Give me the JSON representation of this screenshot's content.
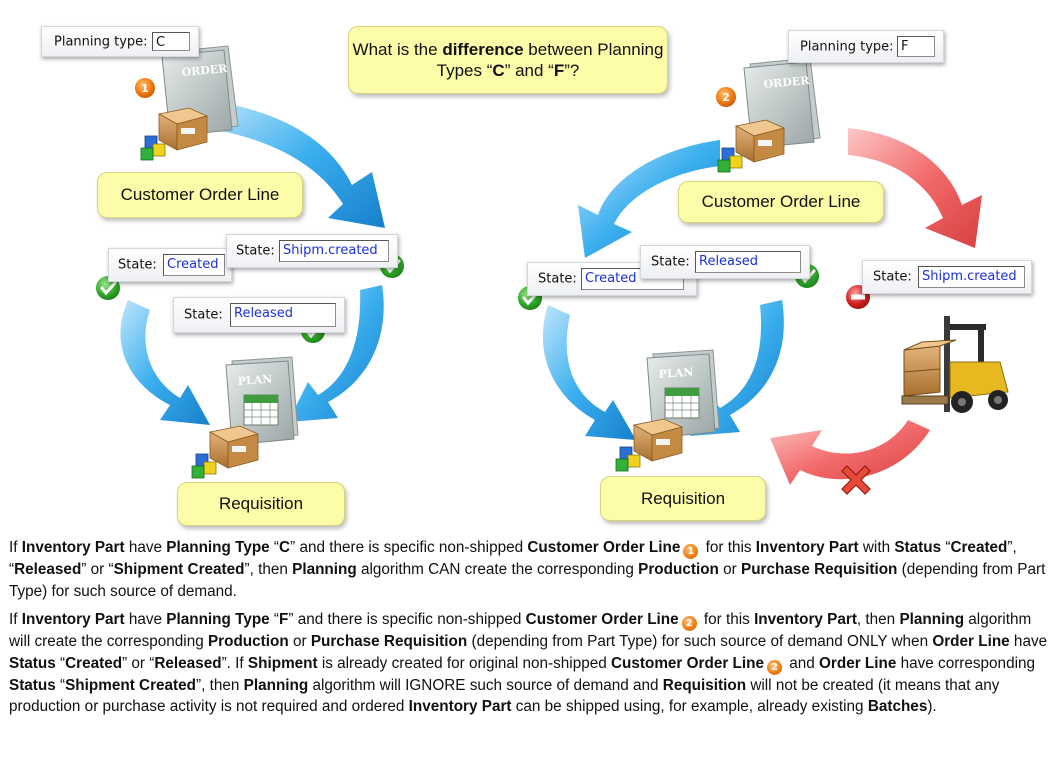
{
  "question": {
    "pre": "What is the ",
    "bold": "difference",
    "mid": " between Planning Types “",
    "c": "C",
    "and": "” and “",
    "f": "F",
    "end": "”?"
  },
  "left": {
    "planning_label": "Planning type:",
    "planning_value": "C",
    "badge": "1",
    "order_doc": "ORDER",
    "col_label": "Customer Order Line",
    "state_label": "State:",
    "state_created": "Created",
    "state_shipm": "Shipm.created",
    "state_released": "Released",
    "plan_doc": "PLAN",
    "req_label": "Requisition"
  },
  "right": {
    "planning_label": "Planning type:",
    "planning_value": "F",
    "badge": "2",
    "order_doc": "ORDER",
    "col_label": "Customer Order Line",
    "state_label": "State:",
    "state_created": "Created",
    "state_released": "Released",
    "state_shipm": "Shipm.created",
    "plan_doc": "PLAN",
    "req_label": "Requisition"
  },
  "para1": {
    "s1": "If ",
    "b1": "Inventory Part",
    "s2": " have ",
    "b2": "Planning Type",
    "s3": " “",
    "b3": "C",
    "s4": "” and there is specific non-shipped ",
    "b4": "Customer Order Line",
    "badge": "1",
    "s5": " for this ",
    "b5": "Inventory Part",
    "s6": " with ",
    "b6": "Status",
    "s7": " “",
    "b7": "Created",
    "s8": "”, “",
    "b8": "Released",
    "s9": "” or “",
    "b9": "Shipment Created",
    "s10": "”, then ",
    "b10": "Planning",
    "s11": " algorithm CAN create the corresponding ",
    "b11": "Production",
    "s12": " or ",
    "b12": "Purchase Requisition",
    "s13": " (depending  from Part Type) for such source of demand."
  },
  "para2": {
    "s1": "If ",
    "b1": "Inventory Part",
    "s2": " have ",
    "b2": "Planning Type",
    "s3": " “",
    "b3": "F",
    "s4": "” and there is specific non-shipped ",
    "b4": "Customer Order Line",
    "badge": "2",
    "s5": " for this ",
    "b5": "Inventory Part",
    "s6": ", then ",
    "b6": "Planning",
    "s7": " algorithm will create the corresponding ",
    "b7": "Production",
    "s8": " or ",
    "b8": "Purchase Requisition",
    "s9": " (depending from Part Type) for such source of demand ONLY when ",
    "b9": "Order Line",
    "s10": " have ",
    "b10": "Status",
    "s11": " “",
    "b11": "Created",
    "s12": "” or “",
    "b12": "Released",
    "s13": "”.   If ",
    "b13": "Shipment",
    "s14": " is already created for original non-shipped ",
    "b14": "Customer Order Line",
    "badge2": "2",
    "s15": " and ",
    "b15": "Order Line",
    "s16": " have corresponding ",
    "b16": "Status",
    "s17": " “",
    "b17": "Shipment Created",
    "s18": "”, then ",
    "b18": "Planning",
    "s19": " algorithm will IGNORE such source of demand and ",
    "b19": "Requisition",
    "s20": " will not be created (it means that any production or purchase activity is not required and ordered ",
    "b20": "Inventory Part",
    "s21": " can be shipped using, for example, already existing ",
    "b21": "Batches",
    "s22": ")."
  },
  "colors": {
    "blue_arrow": "#2a9ee4",
    "red_arrow": "#ee5a5a",
    "callout_fill": "#fdfca8",
    "check_green": "#2fa829",
    "stop_red": "#d02020",
    "badge_orange": "#f07a10",
    "state_value_blue": "#1b2fd8"
  },
  "icons": [
    "order-document-icon",
    "plan-document-icon",
    "boxes-icon",
    "check-icon",
    "stop-icon",
    "forklift-icon",
    "x-mark-icon",
    "number-badge-icon"
  ]
}
